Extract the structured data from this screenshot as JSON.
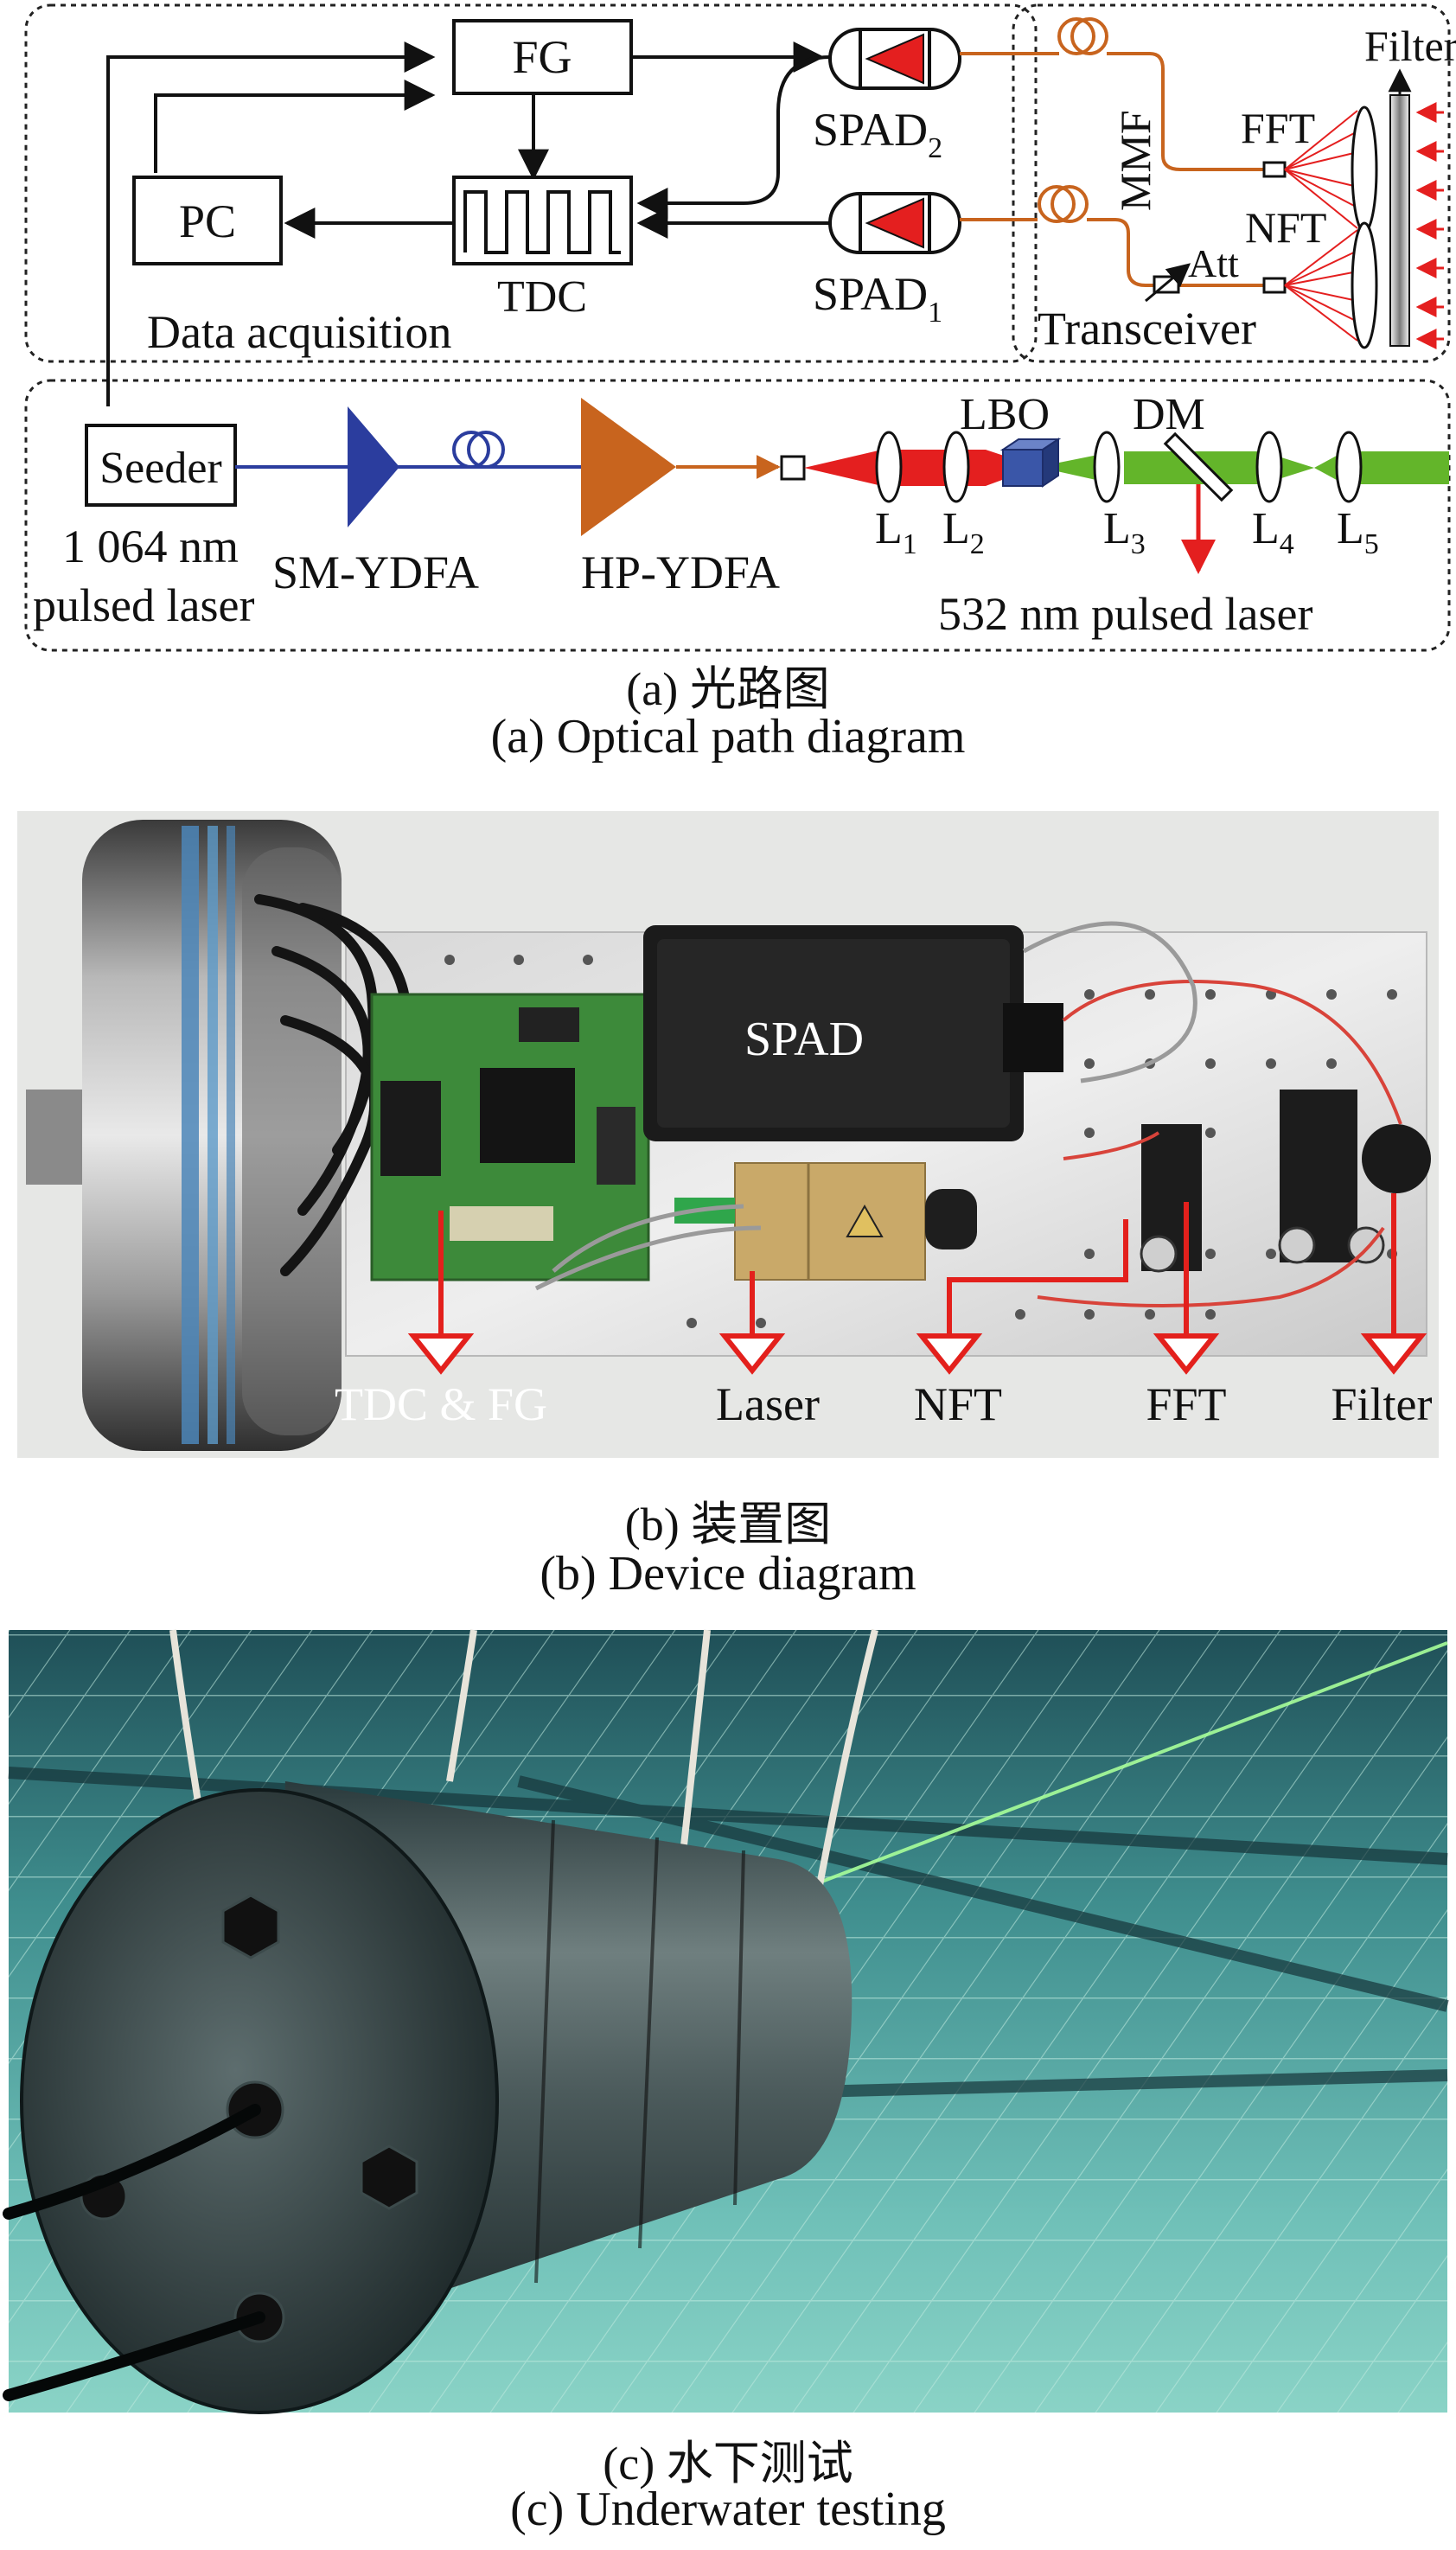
{
  "panel_a": {
    "caption_zh": "(a) 光路图",
    "caption_en": "(a) Optical path diagram",
    "labels": {
      "fg": "FG",
      "pc": "PC",
      "tdc": "TDC",
      "spad2": "SPAD",
      "spad2_sub": "2",
      "spad1": "SPAD",
      "spad1_sub": "1",
      "data_acquisition": "Data acquisition",
      "filter": "Filter",
      "fft": "FFT",
      "nft": "NFT",
      "mmf": "MMF",
      "att": "Att",
      "transceiver": "Transceiver",
      "seeder": "Seeder",
      "laser_1064_line1": "1 064 nm",
      "laser_1064_line2": "pulsed laser",
      "sm_ydfa": "SM-YDFA",
      "hp_ydfa": "HP-YDFA",
      "lbo": "LBO",
      "dm": "DM",
      "l": "L",
      "l1_sub": "1",
      "l2_sub": "2",
      "l3_sub": "3",
      "l4_sub": "4",
      "l5_sub": "5",
      "laser_532": "532 nm pulsed laser"
    },
    "colors": {
      "line": "#111111",
      "fiber_orange": "#c8641e",
      "seed_blue": "#2b3d9e",
      "beam_red": "#e41f1f",
      "beam_green": "#63b52a",
      "lbo_blue": "#3a56a8"
    }
  },
  "panel_b": {
    "caption_zh": "(b) 装置图",
    "caption_en": "(b) Device diagram",
    "labels": {
      "spad": "SPAD",
      "tdc_fg": "TDC & FG",
      "laser": "Laser",
      "nft": "NFT",
      "fft": "FFT",
      "filter": "Filter"
    },
    "colors": {
      "arrow_red": "#e3201c"
    }
  },
  "panel_c": {
    "caption_zh": "(c) 水下测试",
    "caption_en": "(c) Underwater testing",
    "colors": {
      "water": "#5fb2ad",
      "beam": "#a8ff9a"
    }
  }
}
